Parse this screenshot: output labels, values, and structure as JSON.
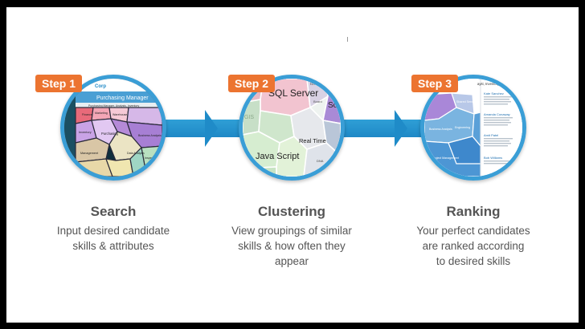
{
  "steps": [
    {
      "badge": "Step 1",
      "title": "Search",
      "desc_lines": [
        "Input desired candidate",
        "skills & attributes"
      ],
      "inner": {
        "brand": "Corp",
        "search_value": "Purchasing Manager",
        "filter_text": "Purchasing Manager, Analysis, Inventory",
        "cells": [
          "Finance",
          "Marketing",
          "Warehouse",
          "Inventory",
          "Purchasing",
          "Business Analysis",
          "Data Analysis",
          "Management",
          "Inspec"
        ]
      }
    },
    {
      "badge": "Step 2",
      "title": "Clustering",
      "desc_lines": [
        "View groupings of similar",
        "skills & how often they",
        "appear"
      ],
      "inner": {
        "cells": [
          "SQL Server",
          "Real Time",
          "Java Script",
          "IBM",
          "Board",
          "DNA",
          "GIS",
          "Soc Eng"
        ]
      }
    },
    {
      "badge": "Step 3",
      "title": "Ranking",
      "desc_lines": [
        "Your perfect candidates",
        "are ranked according",
        "to desired skills"
      ],
      "inner": {
        "header": "ayst, Inventory",
        "candidates": [
          "Kate Sanchez",
          "Amanda Conaway",
          "Amit Patel",
          "Bob Williams"
        ],
        "cells": [
          "Shared Services",
          "Business Analysis",
          "Engineering",
          "Project Management"
        ]
      }
    }
  ],
  "colors": {
    "accent_orange": "#ec7430",
    "arrow_blue": "#1f8bc8",
    "text_gray": "#555555"
  }
}
